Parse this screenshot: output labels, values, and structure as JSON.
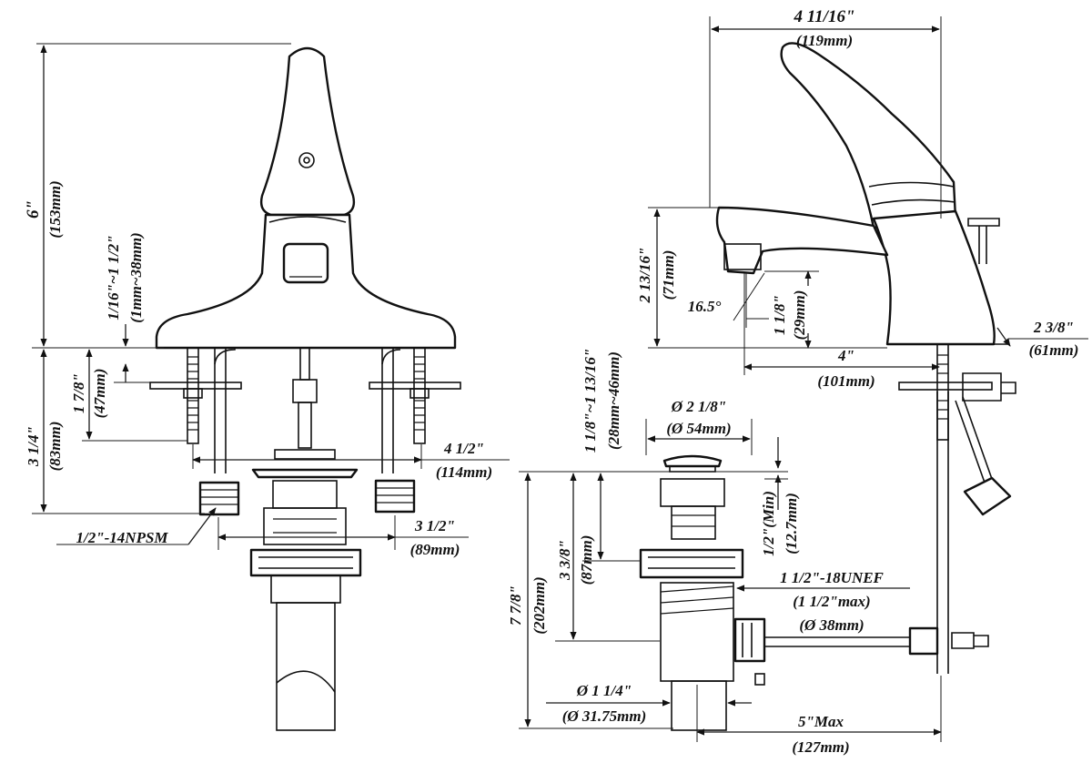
{
  "front_view": {
    "overall_height": "6\"",
    "overall_height_mm": "(153mm)",
    "deck_thickness": "1/16\"~1 1/2\"",
    "deck_thickness_mm": "(1mm~38mm)",
    "shank_length": "1 7/8\"",
    "shank_length_mm": "(47mm)",
    "below_deck": "3 1/4\"",
    "below_deck_mm": "(83mm)",
    "shank_spread": "4 1/2\"",
    "shank_spread_mm": "(114mm)",
    "supply_spacing": "3 1/2\"",
    "supply_spacing_mm": "(89mm)",
    "thread_spec": "1/2\"-14NPSM"
  },
  "side_view": {
    "handle_depth": "4 11/16\"",
    "handle_depth_mm": "(119mm)",
    "spout_height": "2 13/16\"",
    "spout_height_mm": "(71mm)",
    "spout_angle": "16.5°",
    "aerator_clearance": "1 1/8\"",
    "aerator_clearance_mm": "(29mm)",
    "spout_reach": "4\"",
    "spout_reach_mm": "(101mm)",
    "lift_rod": "2 3/8\"",
    "lift_rod_mm": "(61mm)"
  },
  "drain_view": {
    "flange_dia": "Ø 2 1/8\"",
    "flange_dia_mm": "(Ø 54mm)",
    "flange_to_nut": "1 1/8\"~1 13/16\"",
    "flange_to_nut_mm": "(28mm~46mm)",
    "min_thread": "1/2\"(Min)",
    "min_thread_mm": "(12.7mm)",
    "body_length": "3 3/8\"",
    "body_length_mm": "(87mm)",
    "total_length": "7 7/8\"",
    "total_length_mm": "(202mm)",
    "thread_spec": "1 1/2\"-18UNEF",
    "thread_max": "(1 1/2\"max)",
    "thread_dia_mm": "(Ø 38mm)",
    "tailpiece_dia": "Ø 1 1/4\"",
    "tailpiece_dia_mm": "(Ø 31.75mm)",
    "pivot_rod_max": "5\"Max",
    "pivot_rod_max_mm": "(127mm)"
  }
}
